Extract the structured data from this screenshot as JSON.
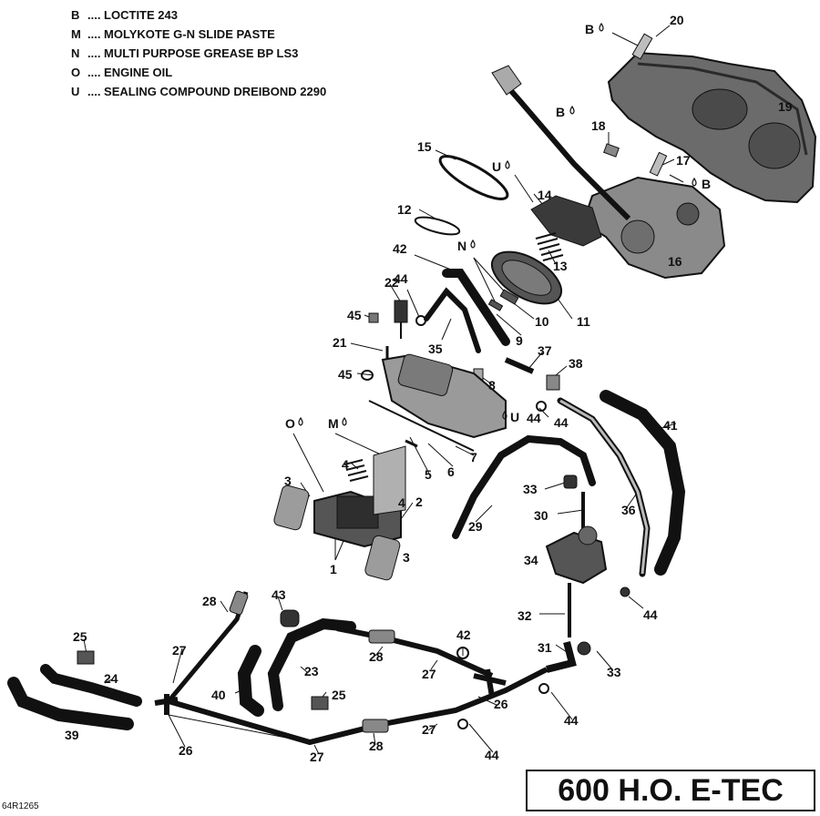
{
  "legend": [
    {
      "code": "B",
      "text": ".... LOCTITE 243"
    },
    {
      "code": "M",
      "text": ".... MOLYKOTE G-N SLIDE PASTE"
    },
    {
      "code": "N",
      "text": ".... MULTI PURPOSE GREASE BP LS3"
    },
    {
      "code": "O",
      "text": ".... ENGINE OIL"
    },
    {
      "code": "U",
      "text": ".... SEALING COMPOUND DREIBOND 2290"
    }
  ],
  "title": "600 H.O. E-TEC",
  "reference_code": "64R1265",
  "callouts": [
    "1",
    "2",
    "3",
    "3",
    "4",
    "4",
    "5",
    "6",
    "7",
    "8",
    "9",
    "10",
    "11",
    "12",
    "13",
    "14",
    "15",
    "16",
    "17",
    "18",
    "19",
    "20",
    "21",
    "22",
    "23",
    "24",
    "25",
    "25",
    "26",
    "26",
    "27",
    "27",
    "27",
    "27",
    "28",
    "28",
    "28",
    "29",
    "30",
    "31",
    "32",
    "33",
    "33",
    "34",
    "35",
    "36",
    "37",
    "38",
    "39",
    "40",
    "41",
    "42",
    "42",
    "43",
    "44",
    "44",
    "44",
    "44",
    "44",
    "44",
    "45",
    "45"
  ],
  "symbols": [
    "B",
    "B",
    "B",
    "U",
    "U",
    "N",
    "O",
    "M"
  ]
}
